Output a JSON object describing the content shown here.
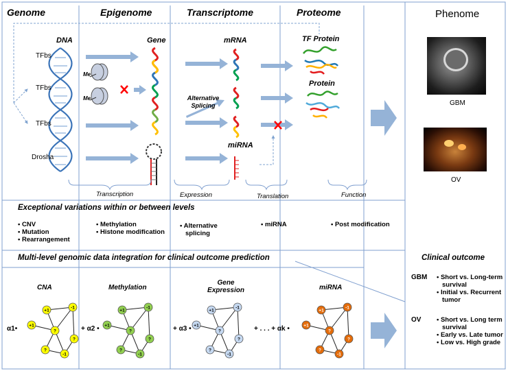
{
  "headers": {
    "genome": "Genome",
    "epigenome": "Epigenome",
    "transcriptome": "Transcriptome",
    "proteome": "Proteome",
    "phenome": "Phenome"
  },
  "labels": {
    "dna": "DNA",
    "gene": "Gene",
    "mrna": "mRNA",
    "tf_protein": "TF Protein",
    "protein": "Protein",
    "mirna": "miRNA",
    "alt_splicing": "Alternative Splicing",
    "me1": "Me",
    "me2": "Me",
    "tfbs1": "TFbs",
    "tfbs2": "TFbs",
    "tfbs3": "TFbs",
    "drosha": "Drosha",
    "gbm": "GBM",
    "ov": "OV"
  },
  "stages": [
    "Transcription",
    "Expression",
    "Translation",
    "Function"
  ],
  "variations": {
    "title": "Exceptional variations within or between levels",
    "genome": [
      "CNV",
      "Mutation",
      "Rearrangement"
    ],
    "epigenome": [
      "Methylation",
      "Histone modification"
    ],
    "transcriptome": [
      "Alternative splicing"
    ],
    "proteome": [
      "miRNA"
    ],
    "function": [
      "Post modification"
    ]
  },
  "integration": {
    "title": "Multi-level genomic data integration for clinical outcome prediction",
    "networks": [
      "CNA",
      "Methylation",
      "Gene Expression",
      "miRNA"
    ],
    "coefficients": {
      "a1": "α1•",
      "a2": "+ α2 •",
      "a3": "+ α3 •",
      "ak": "+ . . . + αk •"
    }
  },
  "node_labels": [
    "+1",
    "-1",
    "?"
  ],
  "clinical": {
    "title": "Clinical outcome",
    "gbm": {
      "name": "GBM",
      "items": [
        "Short vs. Long-term survival",
        "Initial vs. Recurrent tumor"
      ]
    },
    "ov": {
      "name": "OV",
      "items": [
        "Short vs. Long term survival",
        "Early vs. Late tumor",
        "Low vs. High grade"
      ]
    }
  },
  "colors": {
    "arrow": "#95b3d7",
    "frame": "#7f9fcf",
    "cna": "#ffff00",
    "methylation": "#92d050",
    "expression": "#c6d9f1",
    "mirna": "#e46c0a",
    "mirna_strand": "#e02020",
    "x_mark": "#ff0000"
  }
}
